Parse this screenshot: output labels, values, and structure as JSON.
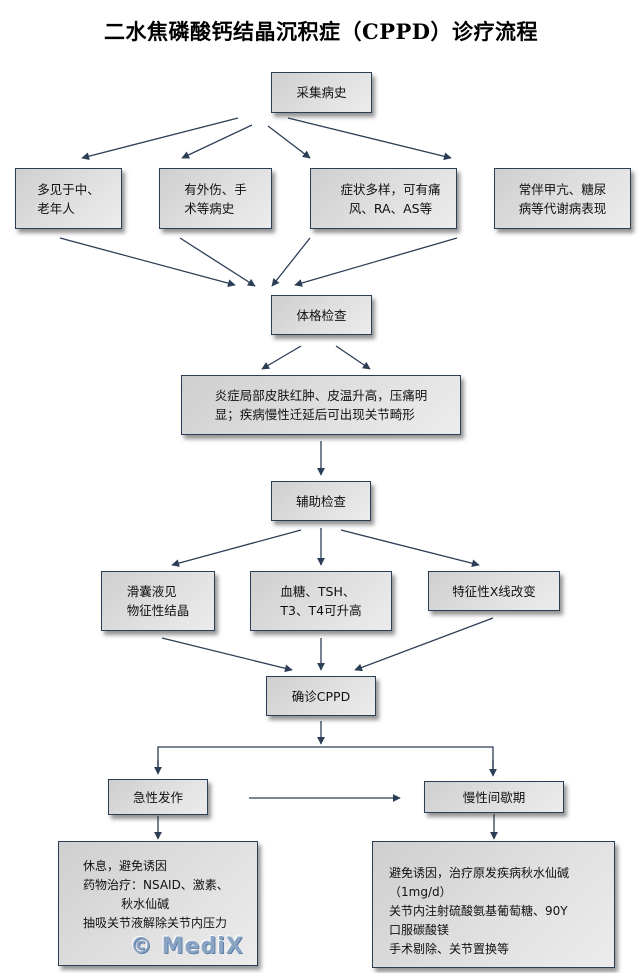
{
  "title": "二水焦磷酸钙结晶沉积症（CPPD）诊疗流程",
  "colors": {
    "border": "#2c3e55",
    "arrow": "#2c3e55",
    "box_fill_start": "#cfcfcf",
    "box_fill_end": "#ececec",
    "watermark": "#8aa4c4"
  },
  "nodes": {
    "history": "采集病史",
    "history_items": [
      "多见于中、\n老年人",
      "有外伤、手\n术等病史",
      "症状多样，可有痛\n风、RA、AS等",
      "常伴甲亢、糖尿\n病等代谢病表现"
    ],
    "physical_exam": "体格检查",
    "physical_findings": "炎症局部皮肤红肿、皮温升高，压痛明\n显；疾病慢性迁延后可出现关节畸形",
    "aux_exam": "辅助检查",
    "aux_items": [
      "滑囊液见\n物征性结晶",
      "血糖、TSH、\nT3、T4可升高",
      "特征性X线改变"
    ],
    "diagnosis": "确诊CPPD",
    "acute": "急性发作",
    "chronic": "慢性间歇期",
    "acute_treatment": "休息，避免诱因\n药物治疗：NSAID、激素、\n          秋水仙碱\n抽吸关节液解除关节内压力",
    "chronic_treatment": "避免诱因，治疗原发疾病秋水仙碱\n（1mg/d）\n关节内注射硫酸氨基葡萄糖、90Y\n口服碳酸镁\n手术剔除、关节置换等"
  },
  "watermark": "© MediX"
}
